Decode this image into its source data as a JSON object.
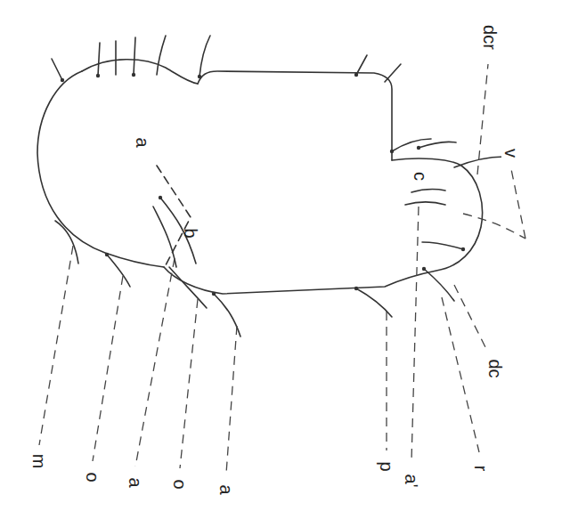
{
  "diagram": {
    "labels": [
      "a",
      "b",
      "c",
      "m",
      "o",
      "a",
      "o",
      "a",
      "p",
      "a'",
      "r",
      "dc",
      "v",
      "dcr"
    ]
  }
}
